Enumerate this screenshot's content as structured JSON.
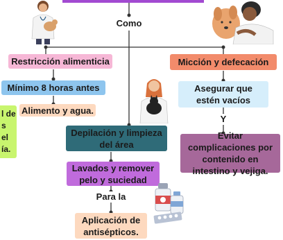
{
  "connectors": {
    "how": "Como",
    "so": "Y",
    "for": "Para la"
  },
  "left_branch": {
    "restriction": "Restricción alimenticia",
    "minimum": "Mínimo 8 horas antes",
    "food": "Alimento y agua."
  },
  "right_branch": {
    "urination": "Micción y defecación",
    "ensure_empty": "Asegurar que estén vacíos",
    "avoid": "Evitar complicaciones por contenido en intestino y vejiga."
  },
  "center_branch": {
    "depilation": "Depilación y limpieza del área",
    "washing": "Lavados y remover pelo y suciedad",
    "application": "Aplicación de antisépticos."
  },
  "cut_off_left": {
    "line1": "l de",
    "line2": "s",
    "line3": "el",
    "line4": "ía."
  },
  "icons": [
    "vet-with-dog-illustration",
    "dog-hug-illustration",
    "woman-holding-cat-illustration",
    "medicine-bottles-illustration"
  ],
  "colors": {
    "purple": "#a24ad1",
    "pink": "#f6b7d6",
    "coral": "#f28b6b",
    "blue": "#8ec5ee",
    "lightblue": "#d6eefb",
    "teal": "#2f6b78",
    "violet": "#c06bdc",
    "peach": "#fdd9bf",
    "mauve": "#a6689a",
    "lime": "#c8f56e"
  }
}
